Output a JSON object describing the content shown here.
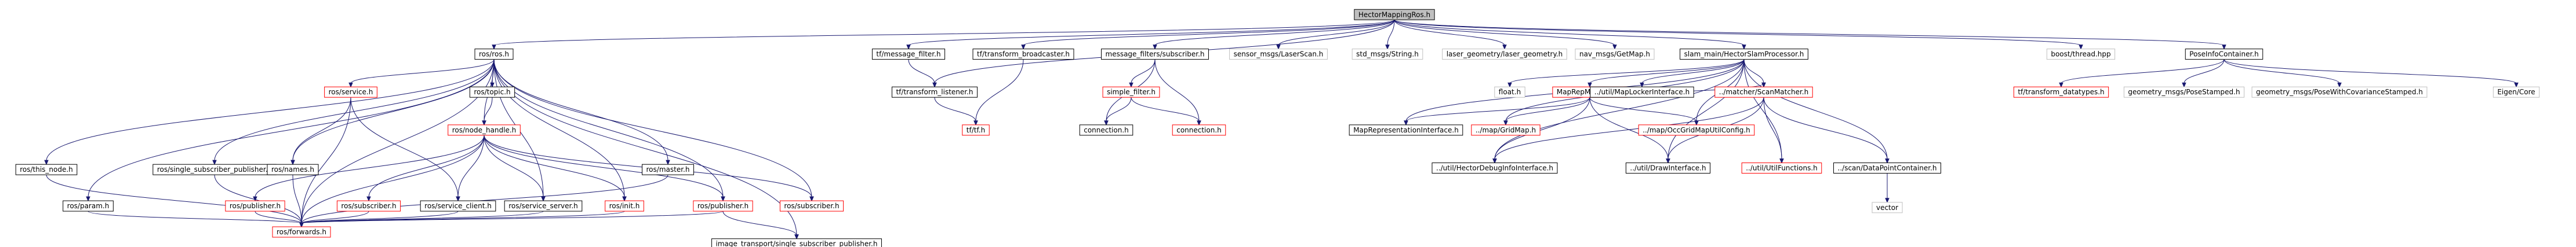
{
  "diagram": {
    "root": "HectorMappingRos.h",
    "colors": {
      "edge": "#191970",
      "documented_border": "#000000",
      "undocumented_border": "#ff0000",
      "external_border": "#bfbfbf",
      "root_fill": "#bfbfbf"
    },
    "nodes": [
      {
        "id": "root",
        "label": "HectorMappingRos.h",
        "kind": "root"
      },
      {
        "id": "ros_ros",
        "label": "ros/ros.h",
        "kind": "black"
      },
      {
        "id": "tf_msgfilter",
        "label": "tf/message_filter.h",
        "kind": "black"
      },
      {
        "id": "tf_broadcaster",
        "label": "tf/transform_broadcaster.h",
        "kind": "black"
      },
      {
        "id": "mf_subscriber",
        "label": "message_filters/subscriber.h",
        "kind": "black"
      },
      {
        "id": "sensor_laserscan",
        "label": "sensor_msgs/LaserScan.h",
        "kind": "gray"
      },
      {
        "id": "std_string",
        "label": "std_msgs/String.h",
        "kind": "gray"
      },
      {
        "id": "laser_geometry",
        "label": "laser_geometry/laser_geometry.h",
        "kind": "gray"
      },
      {
        "id": "nav_getmap",
        "label": "nav_msgs/GetMap.h",
        "kind": "gray"
      },
      {
        "id": "slam_main",
        "label": "slam_main/HectorSlamProcessor.h",
        "kind": "black"
      },
      {
        "id": "boost_thread",
        "label": "boost/thread.hpp",
        "kind": "gray"
      },
      {
        "id": "poseinfo",
        "label": "PoseInfoContainer.h",
        "kind": "black"
      },
      {
        "id": "rosthis_node",
        "label": "ros/this_node.h",
        "kind": "black"
      },
      {
        "id": "ros_ssp",
        "label": "ros/single_subscriber_publisher.h",
        "kind": "black"
      },
      {
        "id": "ros_service",
        "label": "ros/service.h",
        "kind": "red"
      },
      {
        "id": "ros_names",
        "label": "ros/names.h",
        "kind": "black"
      },
      {
        "id": "ros_topic",
        "label": "ros/topic.h",
        "kind": "black"
      },
      {
        "id": "ros_nodehandle",
        "label": "ros/node_handle.h",
        "kind": "red"
      },
      {
        "id": "ros_master",
        "label": "ros/master.h",
        "kind": "black"
      },
      {
        "id": "ros_param",
        "label": "ros/param.h",
        "kind": "black"
      },
      {
        "id": "ros_publisher_a",
        "label": "ros/publisher.h",
        "kind": "red"
      },
      {
        "id": "ros_subscriber_a",
        "label": "ros/subscriber.h",
        "kind": "red"
      },
      {
        "id": "ros_service_client",
        "label": "ros/service_client.h",
        "kind": "black"
      },
      {
        "id": "ros_service_server",
        "label": "ros/service_server.h",
        "kind": "black"
      },
      {
        "id": "ros_init",
        "label": "ros/init.h",
        "kind": "red"
      },
      {
        "id": "ros_publisher_b",
        "label": "ros/publisher.h",
        "kind": "red"
      },
      {
        "id": "ros_subscriber_b",
        "label": "ros/subscriber.h",
        "kind": "red"
      },
      {
        "id": "ros_forwards",
        "label": "ros/forwards.h",
        "kind": "red"
      },
      {
        "id": "image_transport",
        "label": "image_transport/single_subscriber_publisher.h",
        "kind": "black"
      },
      {
        "id": "tf_listener",
        "label": "tf/transform_listener.h",
        "kind": "black"
      },
      {
        "id": "tf_tf",
        "label": "tf/tf.h",
        "kind": "red"
      },
      {
        "id": "simple_filter",
        "label": "simple_filter.h",
        "kind": "red"
      },
      {
        "id": "connection_a",
        "label": "connection.h",
        "kind": "black"
      },
      {
        "id": "connection_b",
        "label": "connection.h",
        "kind": "red"
      },
      {
        "id": "float_h",
        "label": "float.h",
        "kind": "gray"
      },
      {
        "id": "maprepmultimap",
        "label": "MapRepMultiMap.h",
        "kind": "red"
      },
      {
        "id": "maplocker",
        "label": "../util/MapLockerInterface.h",
        "kind": "black"
      },
      {
        "id": "maprepiface",
        "label": "MapRepresentationInterface.h",
        "kind": "black"
      },
      {
        "id": "gridmap",
        "label": "../map/GridMap.h",
        "kind": "red"
      },
      {
        "id": "occgridutil",
        "label": "../map/OccGridMapUtilConfig.h",
        "kind": "red"
      },
      {
        "id": "scanmatcher",
        "label": "../matcher/ScanMatcher.h",
        "kind": "red"
      },
      {
        "id": "hectordebug",
        "label": "../util/HectorDebugInfoInterface.h",
        "kind": "black"
      },
      {
        "id": "drawiface",
        "label": "../util/DrawInterface.h",
        "kind": "black"
      },
      {
        "id": "utilfunctions",
        "label": "../util/UtilFunctions.h",
        "kind": "red"
      },
      {
        "id": "datapoint",
        "label": "../scan/DataPointContainer.h",
        "kind": "black"
      },
      {
        "id": "vector",
        "label": "vector",
        "kind": "gray"
      },
      {
        "id": "tf_datatypes",
        "label": "tf/transform_datatypes.h",
        "kind": "red"
      },
      {
        "id": "posestamped",
        "label": "geometry_msgs/PoseStamped.h",
        "kind": "gray"
      },
      {
        "id": "posecov",
        "label": "geometry_msgs/PoseWithCovarianceStamped.h",
        "kind": "gray"
      },
      {
        "id": "eigen_core",
        "label": "Eigen/Core",
        "kind": "gray"
      }
    ],
    "edges": [
      [
        "root",
        "ros_ros"
      ],
      [
        "root",
        "tf_msgfilter"
      ],
      [
        "root",
        "tf_broadcaster"
      ],
      [
        "root",
        "mf_subscriber"
      ],
      [
        "root",
        "sensor_laserscan"
      ],
      [
        "root",
        "std_string"
      ],
      [
        "root",
        "laser_geometry"
      ],
      [
        "root",
        "nav_getmap"
      ],
      [
        "root",
        "slam_main"
      ],
      [
        "root",
        "boost_thread"
      ],
      [
        "root",
        "poseinfo"
      ],
      [
        "root",
        "tf_listener"
      ],
      [
        "ros_ros",
        "rosthis_node"
      ],
      [
        "ros_ros",
        "ros_ssp"
      ],
      [
        "ros_ros",
        "ros_service"
      ],
      [
        "ros_ros",
        "ros_names"
      ],
      [
        "ros_ros",
        "ros_topic"
      ],
      [
        "ros_ros",
        "ros_nodehandle"
      ],
      [
        "ros_ros",
        "ros_master"
      ],
      [
        "ros_ros",
        "ros_param"
      ],
      [
        "ros_ros",
        "ros_init"
      ],
      [
        "ros_ros",
        "ros_publisher_b"
      ],
      [
        "ros_ros",
        "ros_subscriber_b"
      ],
      [
        "ros_ros",
        "ros_service_server"
      ],
      [
        "ros_ros",
        "ros_forwards"
      ],
      [
        "ros_ros",
        "image_transport"
      ],
      [
        "ros_service",
        "ros_names"
      ],
      [
        "ros_service",
        "ros_forwards"
      ],
      [
        "ros_service",
        "ros_service_client"
      ],
      [
        "ros_topic",
        "ros_nodehandle"
      ],
      [
        "ros_nodehandle",
        "ros_publisher_a"
      ],
      [
        "ros_nodehandle",
        "ros_subscriber_a"
      ],
      [
        "ros_nodehandle",
        "ros_service_client"
      ],
      [
        "ros_nodehandle",
        "ros_service_server"
      ],
      [
        "ros_nodehandle",
        "ros_init"
      ],
      [
        "ros_nodehandle",
        "ros_publisher_b"
      ],
      [
        "ros_nodehandle",
        "ros_subscriber_b"
      ],
      [
        "ros_nodehandle",
        "ros_forwards"
      ],
      [
        "rosthis_node",
        "ros_forwards"
      ],
      [
        "ros_ssp",
        "ros_forwards"
      ],
      [
        "ros_param",
        "ros_forwards"
      ],
      [
        "ros_master",
        "ros_forwards"
      ],
      [
        "ros_publisher_a",
        "ros_forwards"
      ],
      [
        "ros_subscriber_a",
        "ros_forwards"
      ],
      [
        "ros_service_client",
        "ros_forwards"
      ],
      [
        "ros_service_server",
        "ros_forwards"
      ],
      [
        "ros_init",
        "ros_forwards"
      ],
      [
        "ros_publisher_b",
        "ros_forwards"
      ],
      [
        "ros_publisher_b",
        "image_transport"
      ],
      [
        "ros_names",
        "ros_forwards"
      ],
      [
        "tf_msgfilter",
        "tf_listener"
      ],
      [
        "tf_listener",
        "tf_tf"
      ],
      [
        "tf_broadcaster",
        "tf_tf"
      ],
      [
        "mf_subscriber",
        "simple_filter"
      ],
      [
        "mf_subscriber",
        "connection_a"
      ],
      [
        "mf_subscriber",
        "connection_b"
      ],
      [
        "simple_filter",
        "connection_a"
      ],
      [
        "simple_filter",
        "connection_b"
      ],
      [
        "slam_main",
        "float_h"
      ],
      [
        "slam_main",
        "maprepmultimap"
      ],
      [
        "slam_main",
        "maplocker"
      ],
      [
        "slam_main",
        "maprepiface"
      ],
      [
        "slam_main",
        "gridmap"
      ],
      [
        "slam_main",
        "occgridutil"
      ],
      [
        "slam_main",
        "scanmatcher"
      ],
      [
        "slam_main",
        "hectordebug"
      ],
      [
        "slam_main",
        "drawiface"
      ],
      [
        "slam_main",
        "utilfunctions"
      ],
      [
        "slam_main",
        "datapoint"
      ],
      [
        "maprepmultimap",
        "maprepiface"
      ],
      [
        "maprepmultimap",
        "gridmap"
      ],
      [
        "maprepmultimap",
        "occgridutil"
      ],
      [
        "maprepmultimap",
        "scanmatcher"
      ],
      [
        "maprepmultimap",
        "hectordebug"
      ],
      [
        "maprepmultimap",
        "drawiface"
      ],
      [
        "scanmatcher",
        "hectordebug"
      ],
      [
        "scanmatcher",
        "drawiface"
      ],
      [
        "scanmatcher",
        "utilfunctions"
      ],
      [
        "scanmatcher",
        "datapoint"
      ],
      [
        "datapoint",
        "vector"
      ],
      [
        "poseinfo",
        "tf_datatypes"
      ],
      [
        "poseinfo",
        "posestamped"
      ],
      [
        "poseinfo",
        "posecov"
      ],
      [
        "poseinfo",
        "eigen_core"
      ]
    ]
  }
}
